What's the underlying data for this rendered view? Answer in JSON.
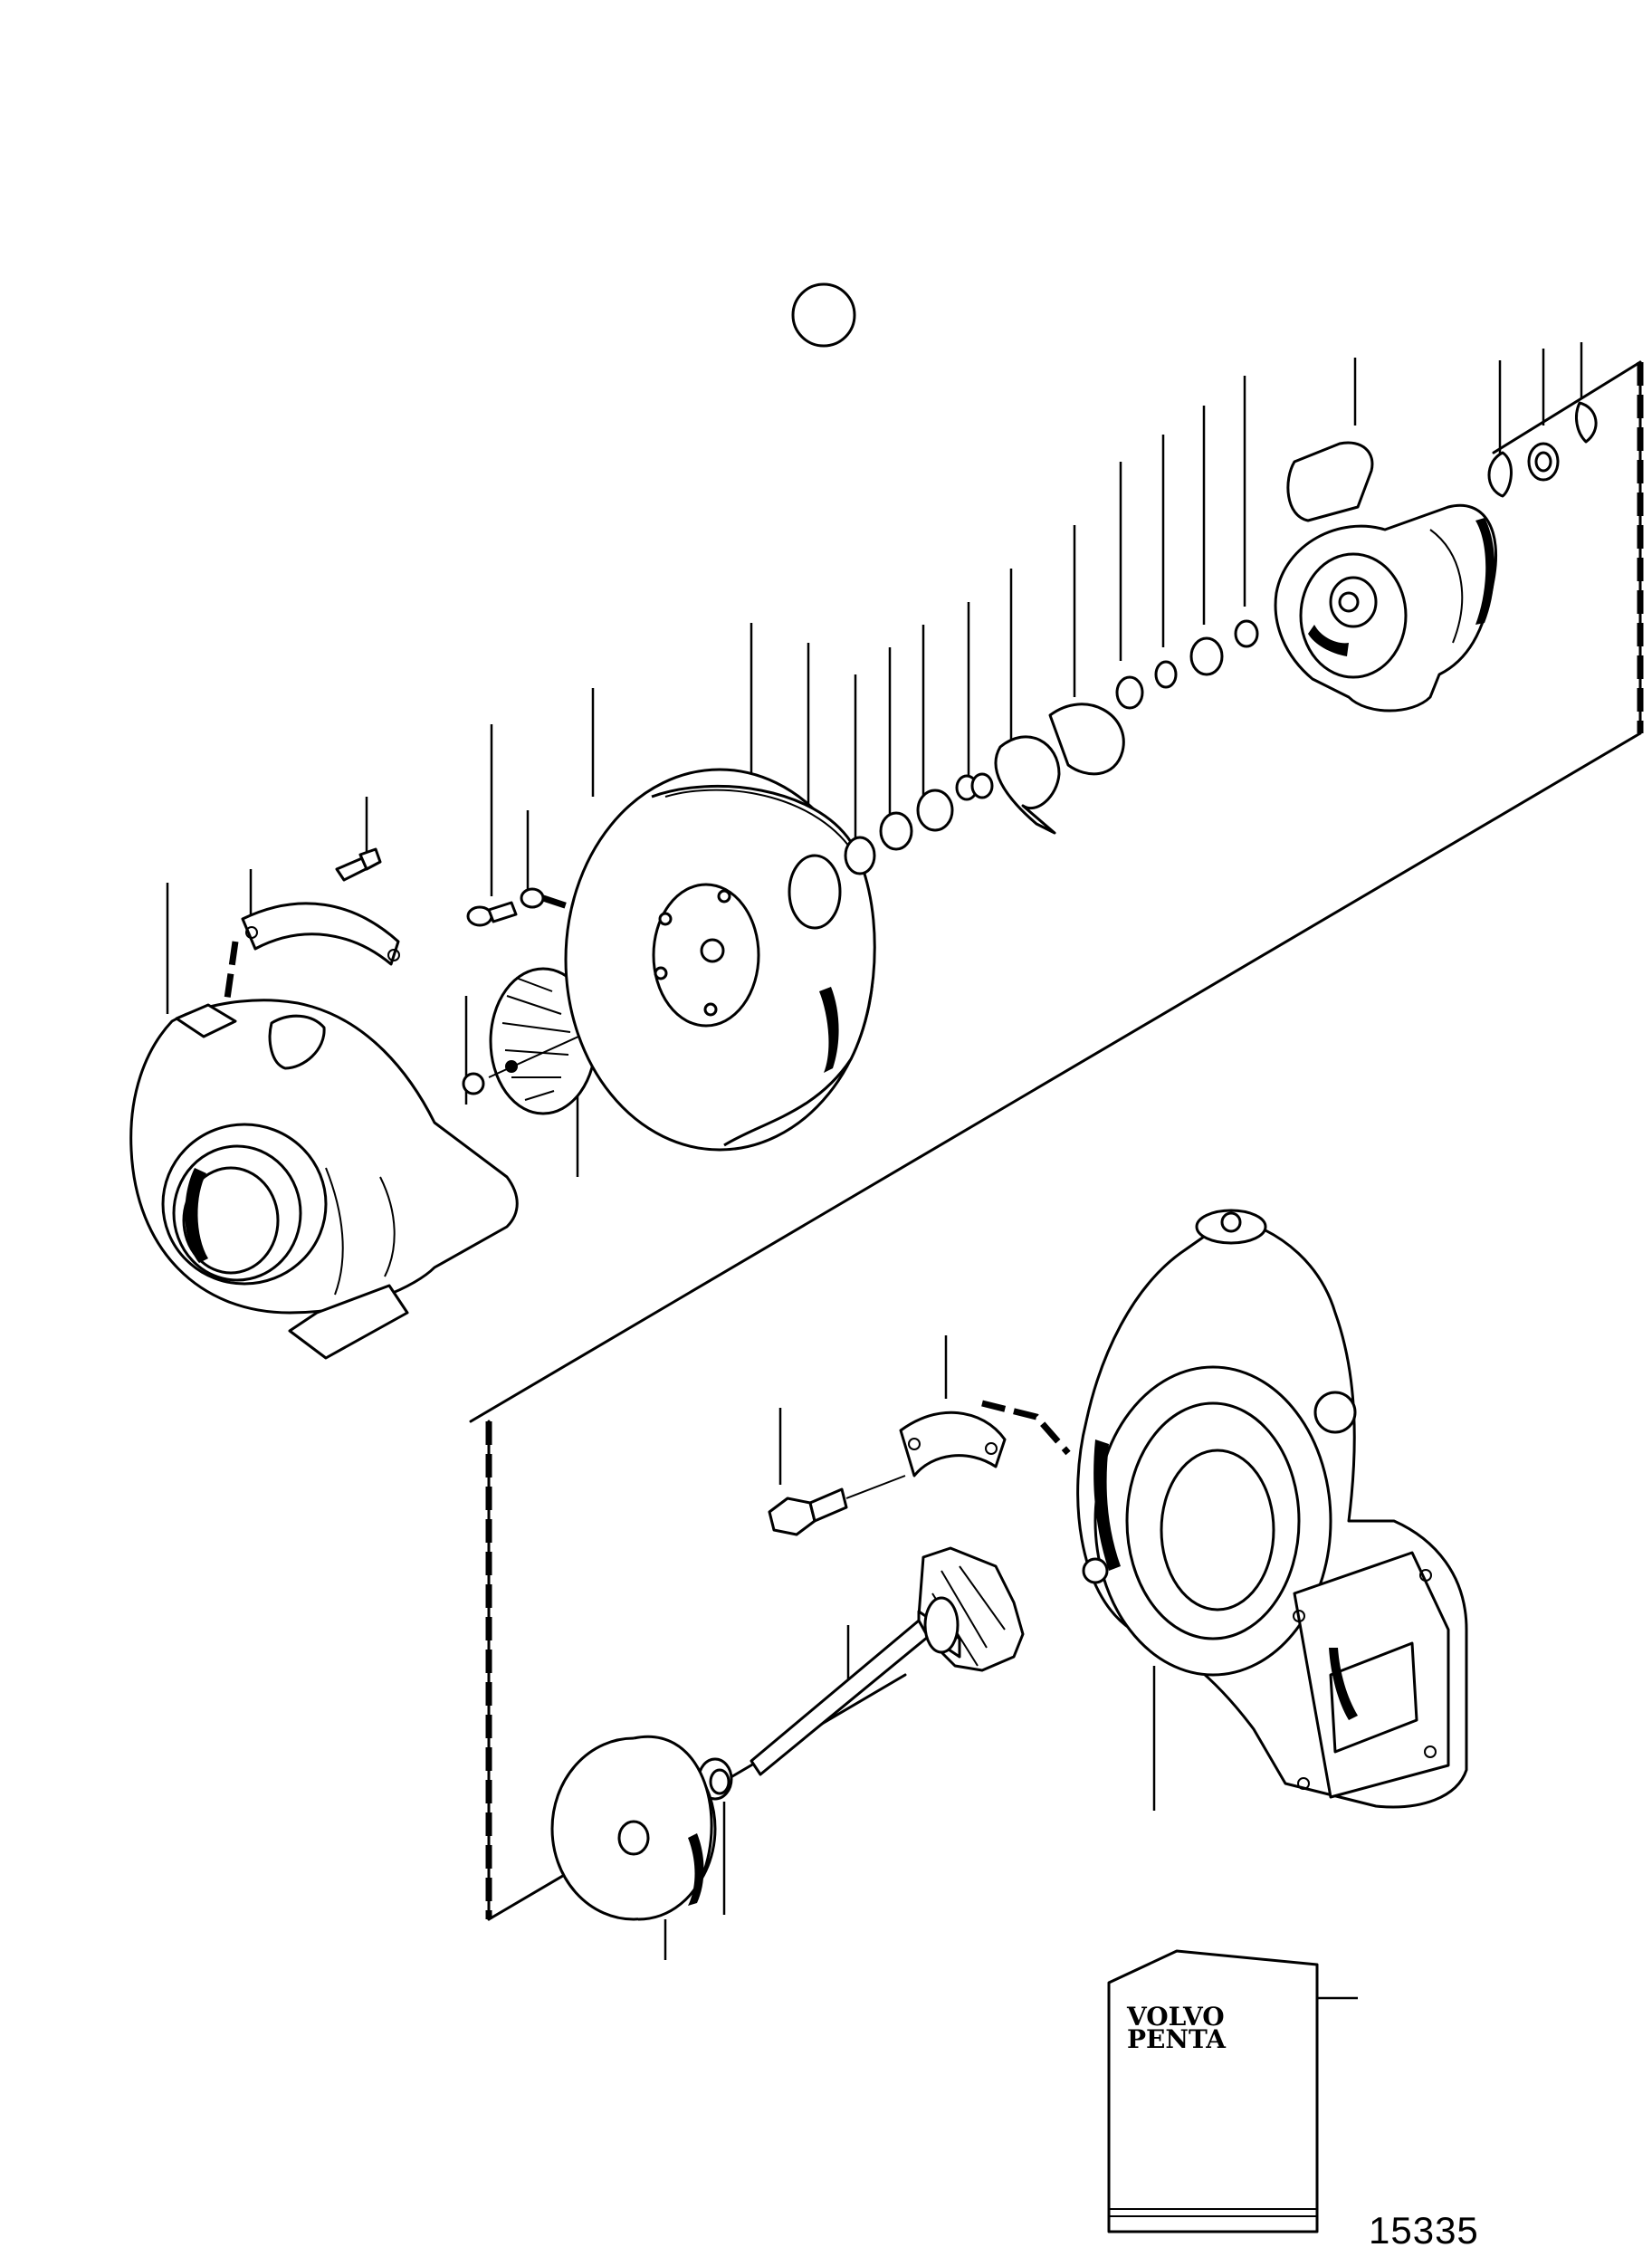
{
  "figure": {
    "number": "15335",
    "brand_top": "VOLVO",
    "brand_bottom": "PENTA"
  }
}
